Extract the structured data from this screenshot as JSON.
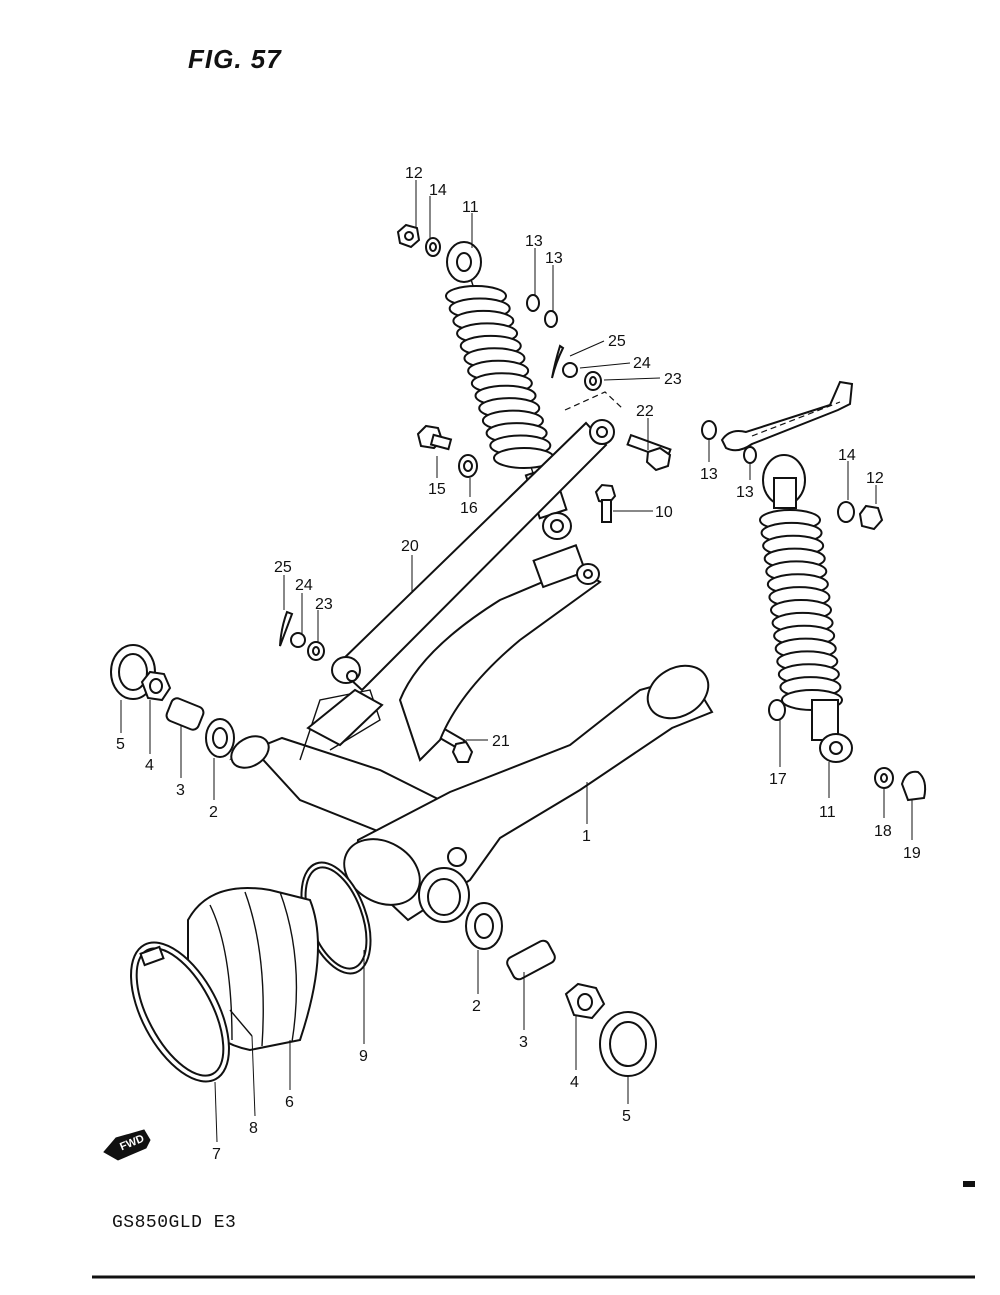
{
  "figure": {
    "title": "FIG. 57",
    "model": "GS850GLD E3"
  },
  "fwd_label": "FWD",
  "callouts": [
    {
      "id": "c12a",
      "text": "12"
    },
    {
      "id": "c14a",
      "text": "14"
    },
    {
      "id": "c11a",
      "text": "11"
    },
    {
      "id": "c13a",
      "text": "13"
    },
    {
      "id": "c13b",
      "text": "13"
    },
    {
      "id": "c25a",
      "text": "25"
    },
    {
      "id": "c24a",
      "text": "24"
    },
    {
      "id": "c23a",
      "text": "23"
    },
    {
      "id": "c22",
      "text": "22"
    },
    {
      "id": "c13c",
      "text": "13"
    },
    {
      "id": "c13d",
      "text": "13"
    },
    {
      "id": "c14b",
      "text": "14"
    },
    {
      "id": "c12b",
      "text": "12"
    },
    {
      "id": "c15",
      "text": "15"
    },
    {
      "id": "c16",
      "text": "16"
    },
    {
      "id": "c10",
      "text": "10"
    },
    {
      "id": "c20",
      "text": "20"
    },
    {
      "id": "c25b",
      "text": "25"
    },
    {
      "id": "c24b",
      "text": "24"
    },
    {
      "id": "c23b",
      "text": "23"
    },
    {
      "id": "c21",
      "text": "21"
    },
    {
      "id": "c5a",
      "text": "5"
    },
    {
      "id": "c4a",
      "text": "4"
    },
    {
      "id": "c3a",
      "text": "3"
    },
    {
      "id": "c2a",
      "text": "2"
    },
    {
      "id": "c1",
      "text": "1"
    },
    {
      "id": "c17",
      "text": "17"
    },
    {
      "id": "c11b",
      "text": "11"
    },
    {
      "id": "c18",
      "text": "18"
    },
    {
      "id": "c19",
      "text": "19"
    },
    {
      "id": "c2b",
      "text": "2"
    },
    {
      "id": "c3b",
      "text": "3"
    },
    {
      "id": "c4b",
      "text": "4"
    },
    {
      "id": "c5b",
      "text": "5"
    },
    {
      "id": "c9",
      "text": "9"
    },
    {
      "id": "c6",
      "text": "6"
    },
    {
      "id": "c8",
      "text": "8"
    },
    {
      "id": "c7",
      "text": "7"
    }
  ]
}
